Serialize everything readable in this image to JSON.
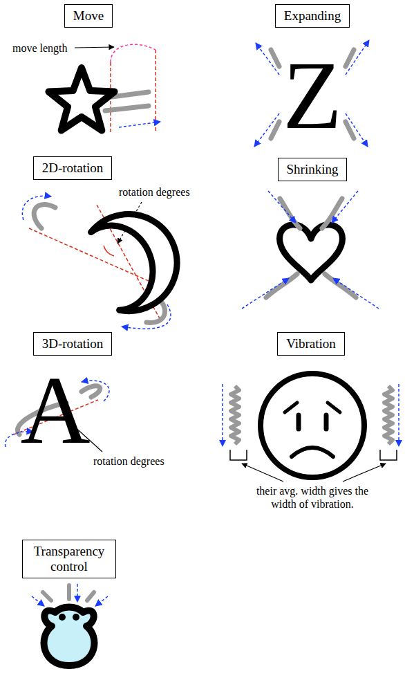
{
  "diagram": {
    "nodes": [
      {
        "text": [
          "Move"
        ]
      },
      {
        "text": [
          "Expanding"
        ]
      },
      {
        "text": [
          "2D-rotation"
        ]
      },
      {
        "text": [
          "Shrinking"
        ]
      },
      {
        "text": [
          "3D-rotation"
        ]
      },
      {
        "text": [
          "Vibration"
        ]
      },
      {
        "text": [
          "Transparency control"
        ]
      }
    ],
    "labels": [
      "move length",
      "Z",
      "rotation degrees",
      "A",
      "rotation degrees",
      "their avg. width gives the width of vibration."
    ]
  }
}
